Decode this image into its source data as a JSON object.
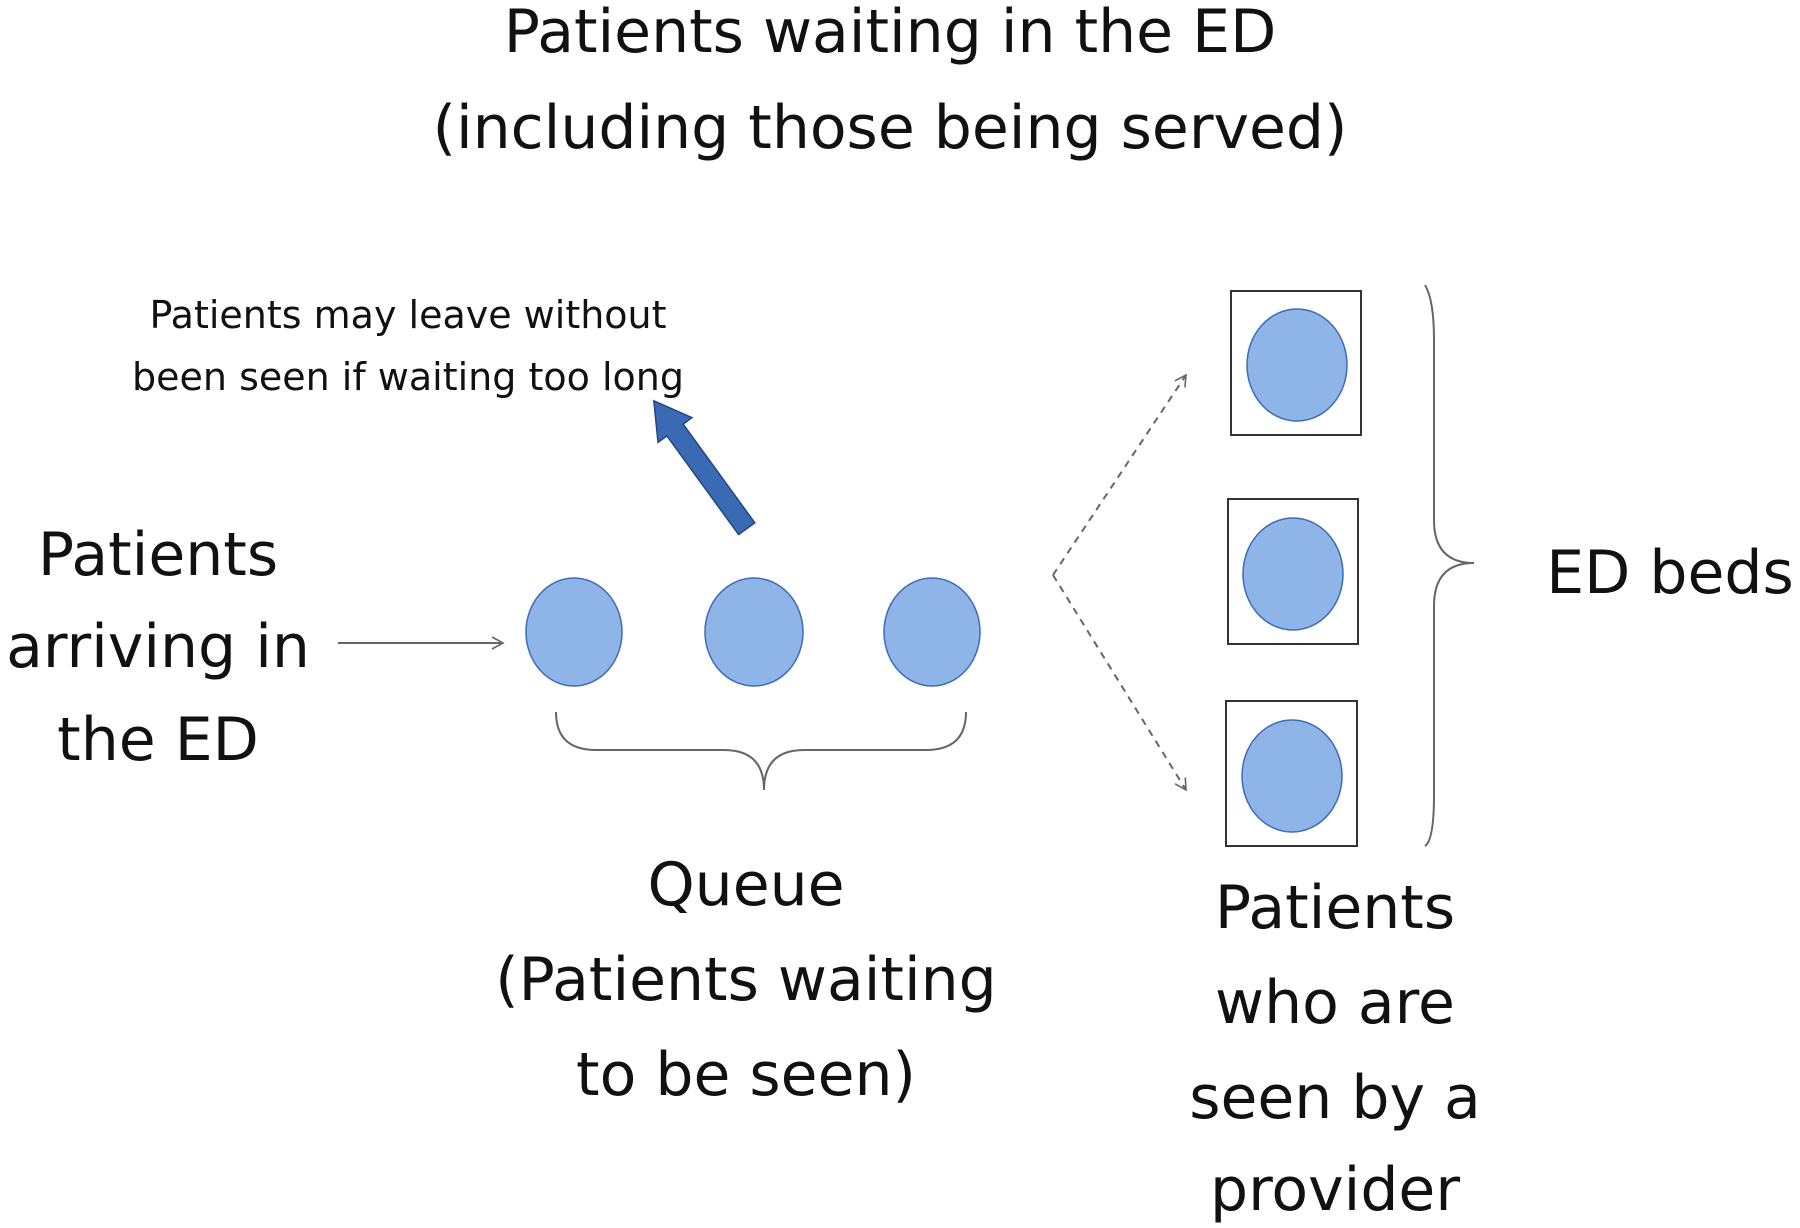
{
  "title": {
    "line1": "Patients waiting in the ED",
    "line2": "(including those being served)"
  },
  "arrivals": {
    "line1": "Patients",
    "line2": "arriving in",
    "line3": "the ED"
  },
  "leave_note": {
    "line1": "Patients may leave without",
    "line2": "been seen if waiting too long"
  },
  "queue": {
    "line1": "Queue",
    "line2": "(Patients waiting",
    "line3": "to be seen)"
  },
  "beds": {
    "label": "ED beds"
  },
  "seen": {
    "line1": "Patients",
    "line2": "who are",
    "line3": "seen by a",
    "line4": "provider"
  },
  "colors": {
    "patient_fill": "#8fb4e8",
    "patient_stroke": "#3d6cb8",
    "leave_arrow": "#3a6ab4",
    "line": "#666666"
  }
}
